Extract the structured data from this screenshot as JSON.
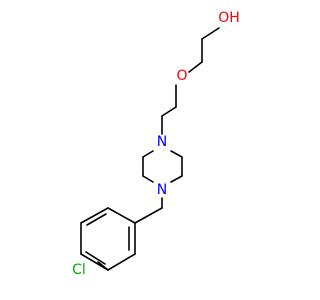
{
  "atoms": {
    "oh": "OH",
    "ether_o": "O",
    "n_top": "N",
    "n_bottom": "N",
    "cl": "Cl"
  },
  "colors": {
    "bond": "#000000",
    "nitrogen": "#0000ff",
    "oxygen": "#ff0000",
    "chlorine": "#00aa00"
  }
}
